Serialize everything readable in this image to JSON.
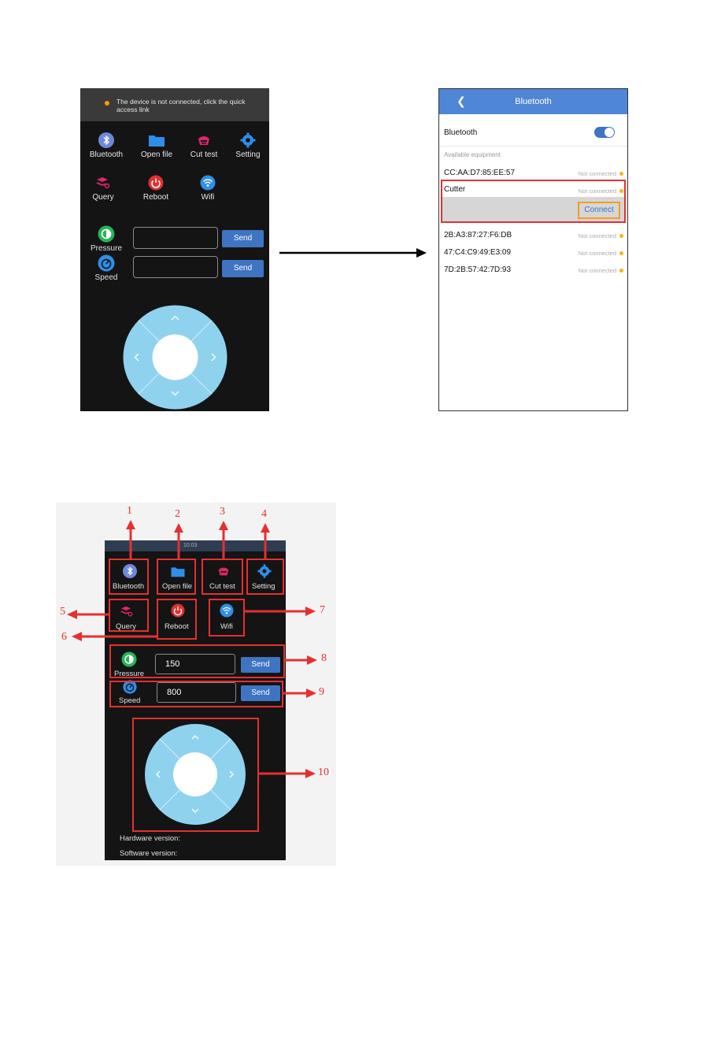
{
  "screen1": {
    "banner_text": "The device is not connected, click the quick access link",
    "menu": [
      {
        "label": "Bluetooth",
        "icon": "bluetooth-icon"
      },
      {
        "label": "Open file",
        "icon": "folder-icon"
      },
      {
        "label": "Cut test",
        "icon": "cut-test-icon"
      },
      {
        "label": "Setting",
        "icon": "gear-icon"
      },
      {
        "label": "Query",
        "icon": "query-icon"
      },
      {
        "label": "Reboot",
        "icon": "power-icon"
      },
      {
        "label": "Wifi",
        "icon": "wifi-icon"
      }
    ],
    "pressure_label": "Pressure",
    "speed_label": "Speed",
    "pressure_value": "",
    "speed_value": "",
    "send_label": "Send"
  },
  "screen2": {
    "title": "Bluetooth",
    "bluetooth_label": "Bluetooth",
    "bluetooth_on": true,
    "section_label": "Available equipment",
    "devices": [
      {
        "name": "CC:AA:D7:85:EE:57",
        "status": "Not connected"
      },
      {
        "name": "Cutter",
        "status": "Not connected"
      },
      {
        "name": "2B:A3:87:27:F6:DB",
        "status": "Not connected"
      },
      {
        "name": "47:C4:C9:49:E3:09",
        "status": "Not connected"
      },
      {
        "name": "7D:2B:57:42:7D:93",
        "status": "Not connected"
      }
    ],
    "connect_label": "Connect"
  },
  "screen3": {
    "menu": [
      {
        "label": "Bluetooth",
        "callout": "1"
      },
      {
        "label": "Open file",
        "callout": "2"
      },
      {
        "label": "Cut test",
        "callout": "3"
      },
      {
        "label": "Setting",
        "callout": "4"
      },
      {
        "label": "Query",
        "callout": "5"
      },
      {
        "label": "Reboot",
        "callout": "6"
      },
      {
        "label": "Wifi",
        "callout": "7"
      }
    ],
    "pressure_label": "Pressure",
    "speed_label": "Speed",
    "pressure_value": "150",
    "speed_value": "800",
    "send_label": "Send",
    "pressure_callout": "8",
    "speed_callout": "9",
    "joystick_callout": "10",
    "hardware_version_label": "Hardware version:",
    "software_version_label": "Software version:",
    "statusbar_time": "10:03"
  },
  "colors": {
    "accent_blue": "#3e74c2",
    "joystick": "#8fd2ee",
    "highlight_red": "#e53030",
    "connect_orange": "#f0a020",
    "app_dark": "#141414"
  }
}
